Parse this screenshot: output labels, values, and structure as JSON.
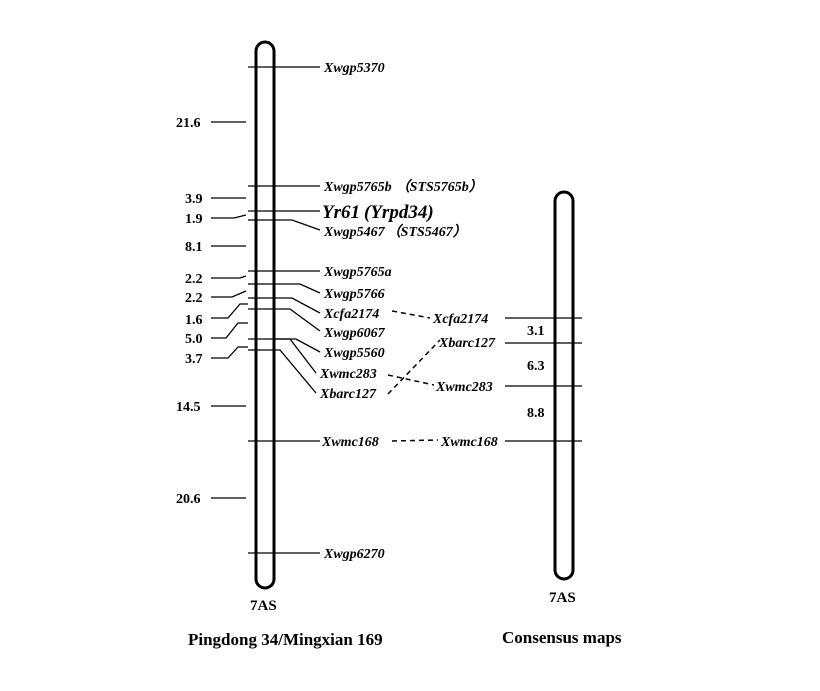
{
  "left_map": {
    "chromosome_label": "7AS",
    "population": "Pingdong 34/Mingxian 169",
    "markers": [
      {
        "name": "Xwgp5370"
      },
      {
        "name": "Xwgp5765b",
        "alias": "（STS5765b）"
      },
      {
        "name": "Yr61",
        "alias": "(Yrpd34)",
        "emphasis": true
      },
      {
        "name": "Xwgp5467",
        "alias": "（STS5467）"
      },
      {
        "name": "Xwgp5765a"
      },
      {
        "name": "Xwgp5766"
      },
      {
        "name": "Xcfa2174"
      },
      {
        "name": "Xwgp6067"
      },
      {
        "name": "Xwgp5560"
      },
      {
        "name": "Xwmc283"
      },
      {
        "name": "Xbarc127"
      },
      {
        "name": "Xwmc168"
      },
      {
        "name": "Xwgp6270"
      }
    ],
    "distances_cM": [
      "21.6",
      "3.9",
      "1.9",
      "8.1",
      "2.2",
      "2.2",
      "1.6",
      "5.0",
      "3.7",
      "14.5",
      "20.6"
    ]
  },
  "right_map": {
    "chromosome_label": "7AS",
    "title": "Consensus maps",
    "markers": [
      {
        "name": "Xcfa2174"
      },
      {
        "name": "Xbarc127"
      },
      {
        "name": "Xwmc283"
      },
      {
        "name": "Xwmc168"
      }
    ],
    "distances_cM": [
      "3.1",
      "6.3",
      "8.8"
    ]
  },
  "connections": [
    {
      "from": "Xcfa2174",
      "to": "Xcfa2174"
    },
    {
      "from": "Xbarc127",
      "to": "Xbarc127"
    },
    {
      "from": "Xwmc283",
      "to": "Xwmc283"
    },
    {
      "from": "Xwmc168",
      "to": "Xwmc168"
    }
  ]
}
